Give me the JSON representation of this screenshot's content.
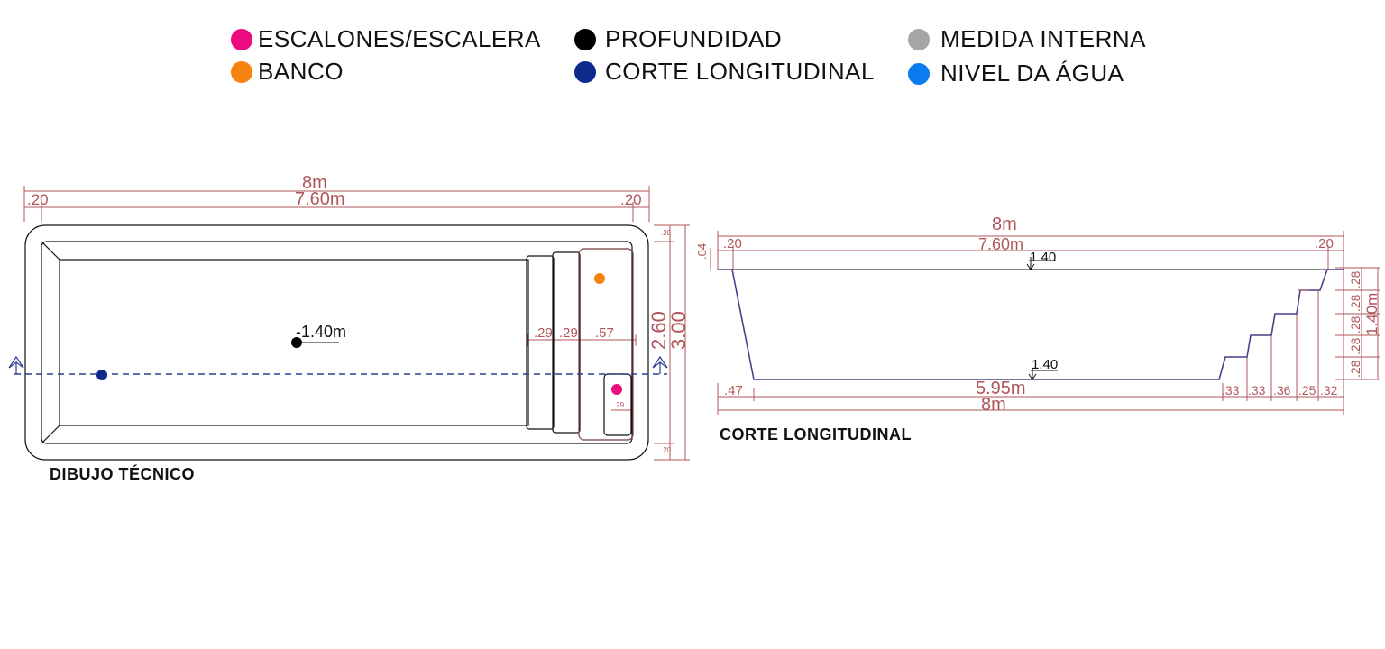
{
  "legend": [
    {
      "label": "ESCALONES/ESCALERA",
      "color": "#ee0a7f"
    },
    {
      "label": "BANCO",
      "color": "#f7820f"
    },
    {
      "label": "PROFUNDIDAD",
      "color": "#000000"
    },
    {
      "label": "CORTE LONGITUDINAL",
      "color": "#0d2a8a"
    },
    {
      "label": "MEDIDA INTERNA",
      "color": "#a6a6a6"
    },
    {
      "label": "NIVEL DA ÁGUA",
      "color": "#0a7cf0"
    }
  ],
  "plan": {
    "caption": "DIBUJO TÉCNICO",
    "total_length": "8m",
    "inner_length": "7.60m",
    "edge_left": ".20",
    "edge_right": ".20",
    "depth_label": "-1.40m",
    "step_1": ".29",
    "step_2": ".29",
    "bench": ".57",
    "inner_width": "2.60",
    "outer_width": "3.00",
    "side_top": ".20",
    "side_bottom": ".20",
    "ladder_small": ".29"
  },
  "section": {
    "caption": "CORTE LONGITUDINAL",
    "total_length_top": "8m",
    "inner_length": "7.60m",
    "edge_left": ".20",
    "edge_right": ".20",
    "lip": ".04",
    "water_depth_top": "1.40",
    "water_depth_bottom": "1.40",
    "floor_length": "5.95m",
    "slope_left": ".47",
    "total_length_bottom": "8m",
    "stair_widths": [
      ".33",
      ".33",
      ".36",
      ".25",
      ".32"
    ],
    "stair_heights": [
      ".28",
      ".28",
      ".28",
      ".28",
      ".28"
    ],
    "total_depth": "1.40m"
  },
  "colors": {
    "dimension": "#b0565a",
    "outline": "#111111",
    "section_line": "#4a3f8a"
  }
}
